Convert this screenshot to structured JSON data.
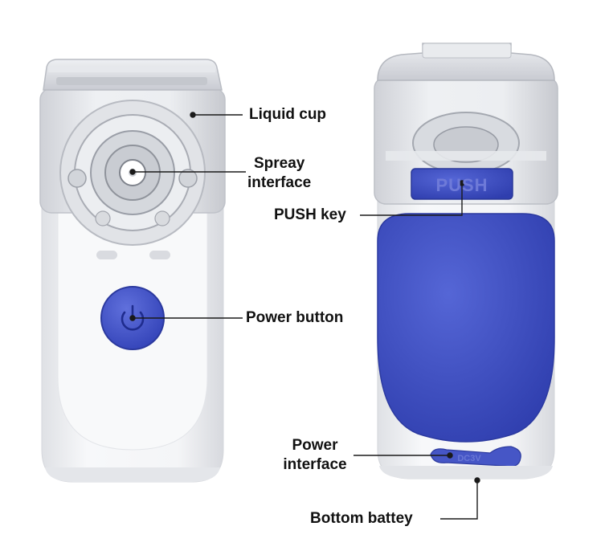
{
  "colors": {
    "accent_blue": "#3f4fc4",
    "body_white": "#f3f4f6",
    "clear_plastic": "#dcdde2",
    "leader_line": "#1a1a1a"
  },
  "labels": {
    "liquid_cup": "Liquid cup",
    "spray_interface_line1": "Spreay",
    "spray_interface_line2": "interface",
    "push_key": "PUSH key",
    "power_button": "Power button",
    "power_interface_line1": "Power",
    "power_interface_line2": "interface",
    "bottom_battery": "Bottom battey"
  },
  "device_markings": {
    "push_text": "PUSH",
    "voltage_text": "DC3V"
  },
  "icons": {
    "power_symbol": "power-icon"
  }
}
